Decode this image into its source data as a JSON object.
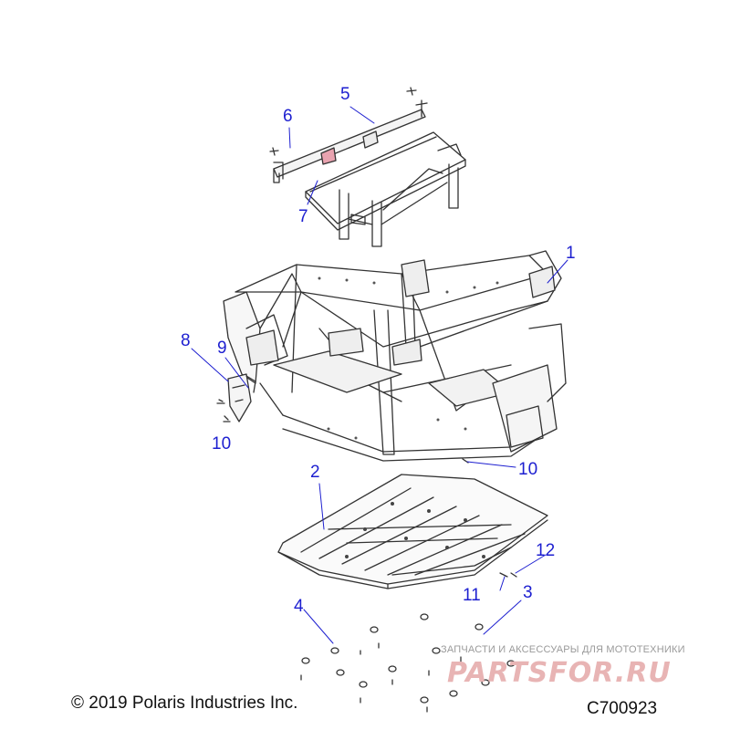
{
  "callouts": {
    "c1": "1",
    "c2": "2",
    "c3": "3",
    "c4": "4",
    "c5": "5",
    "c6": "6",
    "c7": "7",
    "c8": "8",
    "c9": "9",
    "c10a": "10",
    "c10b": "10",
    "c11": "11",
    "c12": "12"
  },
  "footer": {
    "copyright": "© 2019 Polaris Industries Inc.",
    "diagram_code": "C700923"
  },
  "watermark": {
    "tagline": "ЗАПЧАСТИ И АКСЕССУАРЫ ДЛЯ МОТОТЕХНИКИ",
    "logo": "PARTSFOR.RU"
  },
  "colors": {
    "callout": "#1d1fd0",
    "line_art": "#333333",
    "highlight": "#e9a3b0",
    "watermark_logo": "#e8b4b4"
  }
}
